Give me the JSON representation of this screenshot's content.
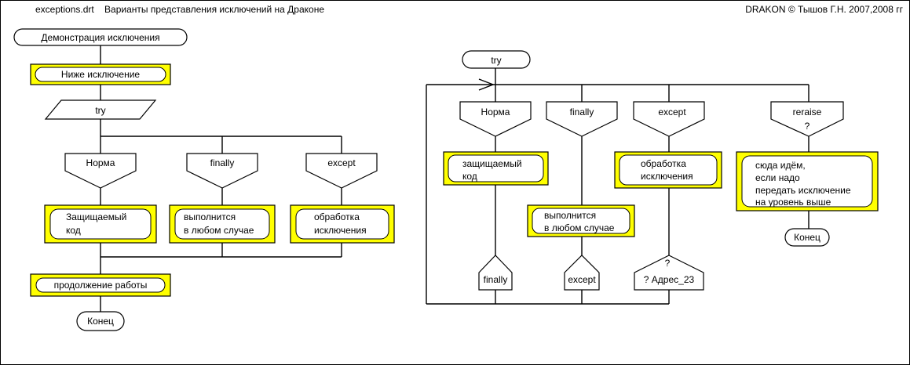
{
  "header": {
    "file_title": "exceptions.drt    Варианты представления исключений на Драконе",
    "copyright": "DRAKON © Тышов Г.Н. 2007,2008 гг"
  },
  "left": {
    "title": "Демонстрация исключения",
    "below": "Ниже исключение",
    "try": "try",
    "branch_norma": "Норма",
    "branch_finally": "finally",
    "branch_except": "except",
    "act_norma": [
      "Защищаемый",
      "код"
    ],
    "act_finally": [
      "выполнится",
      "в любом случае"
    ],
    "act_except": [
      "обработка",
      "исключения"
    ],
    "continue": "продолжение работы",
    "end": "Конец"
  },
  "right": {
    "title": "try",
    "branch_norma": "Норма",
    "branch_finally": "finally",
    "branch_except": "except",
    "branch_reraise": "reraise",
    "reraise_q": "?",
    "act_norma": [
      "защищаемый",
      "код"
    ],
    "act_finally": [
      "выполнится",
      "в любом случае"
    ],
    "act_except": [
      "обработка",
      "исключения"
    ],
    "act_reraise": [
      "сюда идём,",
      "если надо",
      "передать исключение",
      "на уровень выше"
    ],
    "goto_finally": "finally",
    "goto_except": "except",
    "goto_q": "?",
    "goto_addr": "? Адрес_23",
    "end": "Конец"
  }
}
